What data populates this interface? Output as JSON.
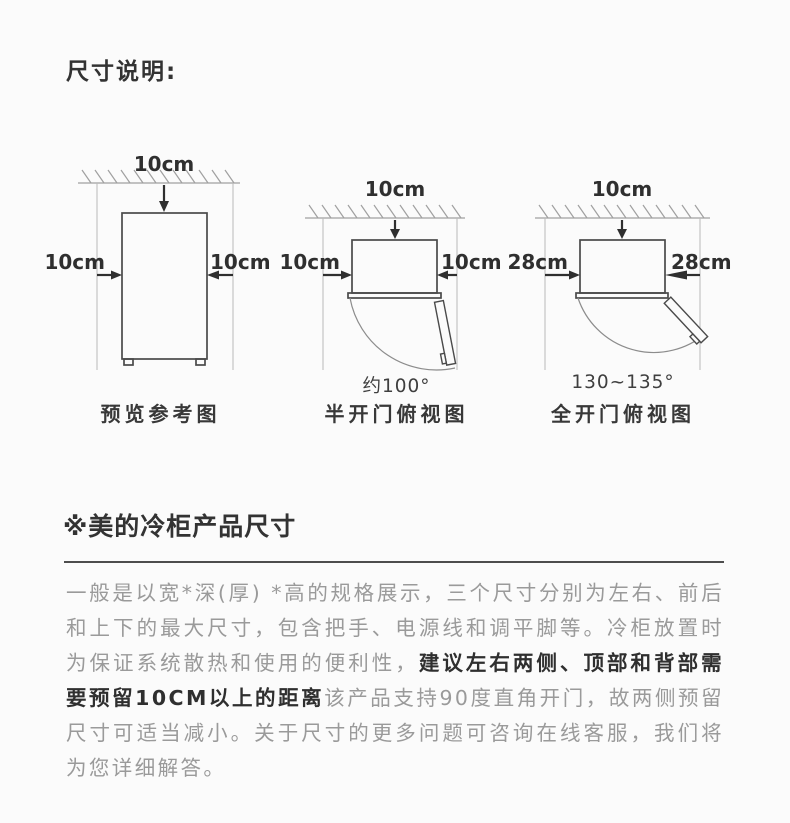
{
  "title": "尺寸说明:",
  "diagrams": [
    {
      "top": "10cm",
      "left": "10cm",
      "right": "10cm",
      "caption": "预览参考图"
    },
    {
      "top": "10cm",
      "left": "10cm",
      "right": "10cm",
      "angle": "约100°",
      "caption": "半开门俯视图"
    },
    {
      "top": "10cm",
      "left": "28cm",
      "right": "28cm",
      "angle": "130~135°",
      "caption": "全开门俯视图"
    }
  ],
  "section": {
    "heading": "※美的冷柜产品尺寸",
    "paragraph": {
      "before_bold": "一般是以宽*深(厚) *高的规格展示，三个尺寸分别为左右、前后和上下的最大尺寸，包含把手、电源线和调平脚等。冷柜放置时为保证系统散热和使用的便利性，",
      "bold": "建议左右两侧、顶部和背部需要预留10CM以上的距离",
      "after_bold": "该产品支持90度直角开门，故两侧预留尺寸可适当减小。关于尺寸的更多问题可咨询在线客服，我们将为您详细解答。"
    }
  },
  "colors": {
    "background": "#fbfbfb",
    "text_dark": "#333333",
    "text_gray": "#9a9a9a",
    "diagram_line": "#4a4a4a",
    "guide_line": "#b9b9b9"
  }
}
